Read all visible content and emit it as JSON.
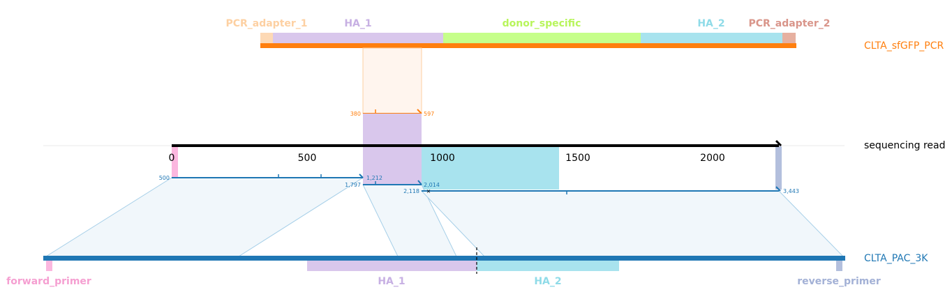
{
  "tracks": {
    "top": {
      "name": "CLTA_sfGFP_PCR",
      "color": "#ff7f0e"
    },
    "read": {
      "name": "sequencing read",
      "color": "#000000"
    },
    "bottom": {
      "name": "CLTA_PAC_3K",
      "color": "#1f77b4"
    }
  },
  "top_features": [
    {
      "label": "PCR_adapter_1",
      "color": "#fdd9b5",
      "text_color": "#fdd0a2"
    },
    {
      "label": "HA_1",
      "color": "#d9c7ec",
      "text_color": "#c7b0e3"
    },
    {
      "label": "donor_specific",
      "color": "#c6ff8a",
      "text_color": "#b8f55c"
    },
    {
      "label": "HA_2",
      "color": "#a8e3ee",
      "text_color": "#8fdbe8"
    },
    {
      "label": "PCR_adapter_2",
      "color": "#e6b0a0",
      "text_color": "#d9958a"
    }
  ],
  "bottom_features": [
    {
      "label": "forward_primer",
      "color": "#fbb7df",
      "text_color": "#f59fd1"
    },
    {
      "label": "HA_1",
      "color": "#d9c7ec",
      "text_color": "#c7b0e3"
    },
    {
      "label": "HA_2",
      "color": "#a8e3ee",
      "text_color": "#8fdbe8"
    },
    {
      "label": "reverse_primer",
      "color": "#b3bfdd",
      "text_color": "#a3b1d6"
    }
  ],
  "read_axis": {
    "ticks": [
      "0",
      "500",
      "1000",
      "1500",
      "2000"
    ]
  },
  "alignment_labels": {
    "top_start": "380",
    "top_end": "597",
    "a1_start": "500",
    "a1_end": "1,212",
    "a2_start": "1,797",
    "a2_end": "2,014",
    "a3_start": "2,118",
    "a3_end": "3,443"
  }
}
